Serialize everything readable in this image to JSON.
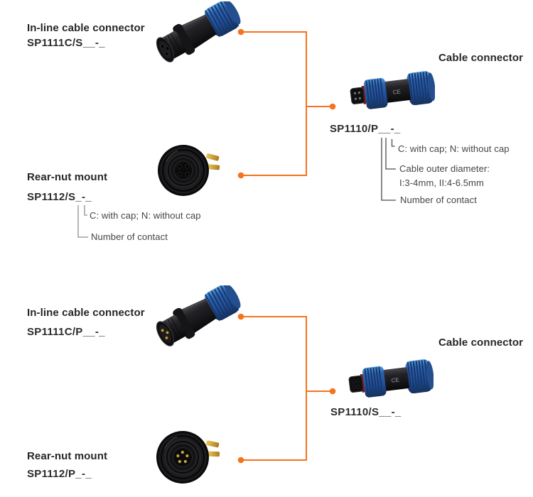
{
  "palette": {
    "background": "#ffffff",
    "accent_orange": "#f4731c",
    "title_text": "#262626",
    "annotation_text": "#454545",
    "leader_line_dark": "#4c4c4c",
    "leader_line_light": "#8f8f8f",
    "connector_blue": "#2d63b0",
    "connector_black": "#1b1b1d",
    "pin_gold": "#c9a030"
  },
  "groups": [
    {
      "inline": {
        "title": "In-line cable connector",
        "part": "SP1111C/S__-_",
        "photo": "in-line cable connector socket photo"
      },
      "cable": {
        "title": "Cable connector",
        "part": "SP1110/P__-_",
        "photo": "cable connector pin photo",
        "ce_mark": "CE",
        "annotations": {
          "cap": "C: with cap; N: without cap",
          "diameter_label": "Cable outer diameter:",
          "diameter_values": "I:3-4mm, II:4-6.5mm",
          "contact": "Number of contact"
        }
      },
      "rear_nut": {
        "title": "Rear-nut mount",
        "part": "SP1112/S_-_",
        "photo": "rear-nut mount socket photo",
        "annotations": {
          "cap": "C: with cap; N: without cap",
          "contact": "Number of contact"
        }
      }
    },
    {
      "inline": {
        "title": "In-line cable connector",
        "part": "SP1111C/P__-_",
        "photo": "in-line cable connector pin photo"
      },
      "cable": {
        "title": "Cable connector",
        "part": "SP1110/S__-_",
        "photo": "cable connector socket photo",
        "ce_mark": "CE"
      },
      "rear_nut": {
        "title": "Rear-nut mount",
        "part": "SP1112/P_-_",
        "photo": "rear-nut mount pin photo"
      }
    }
  ]
}
